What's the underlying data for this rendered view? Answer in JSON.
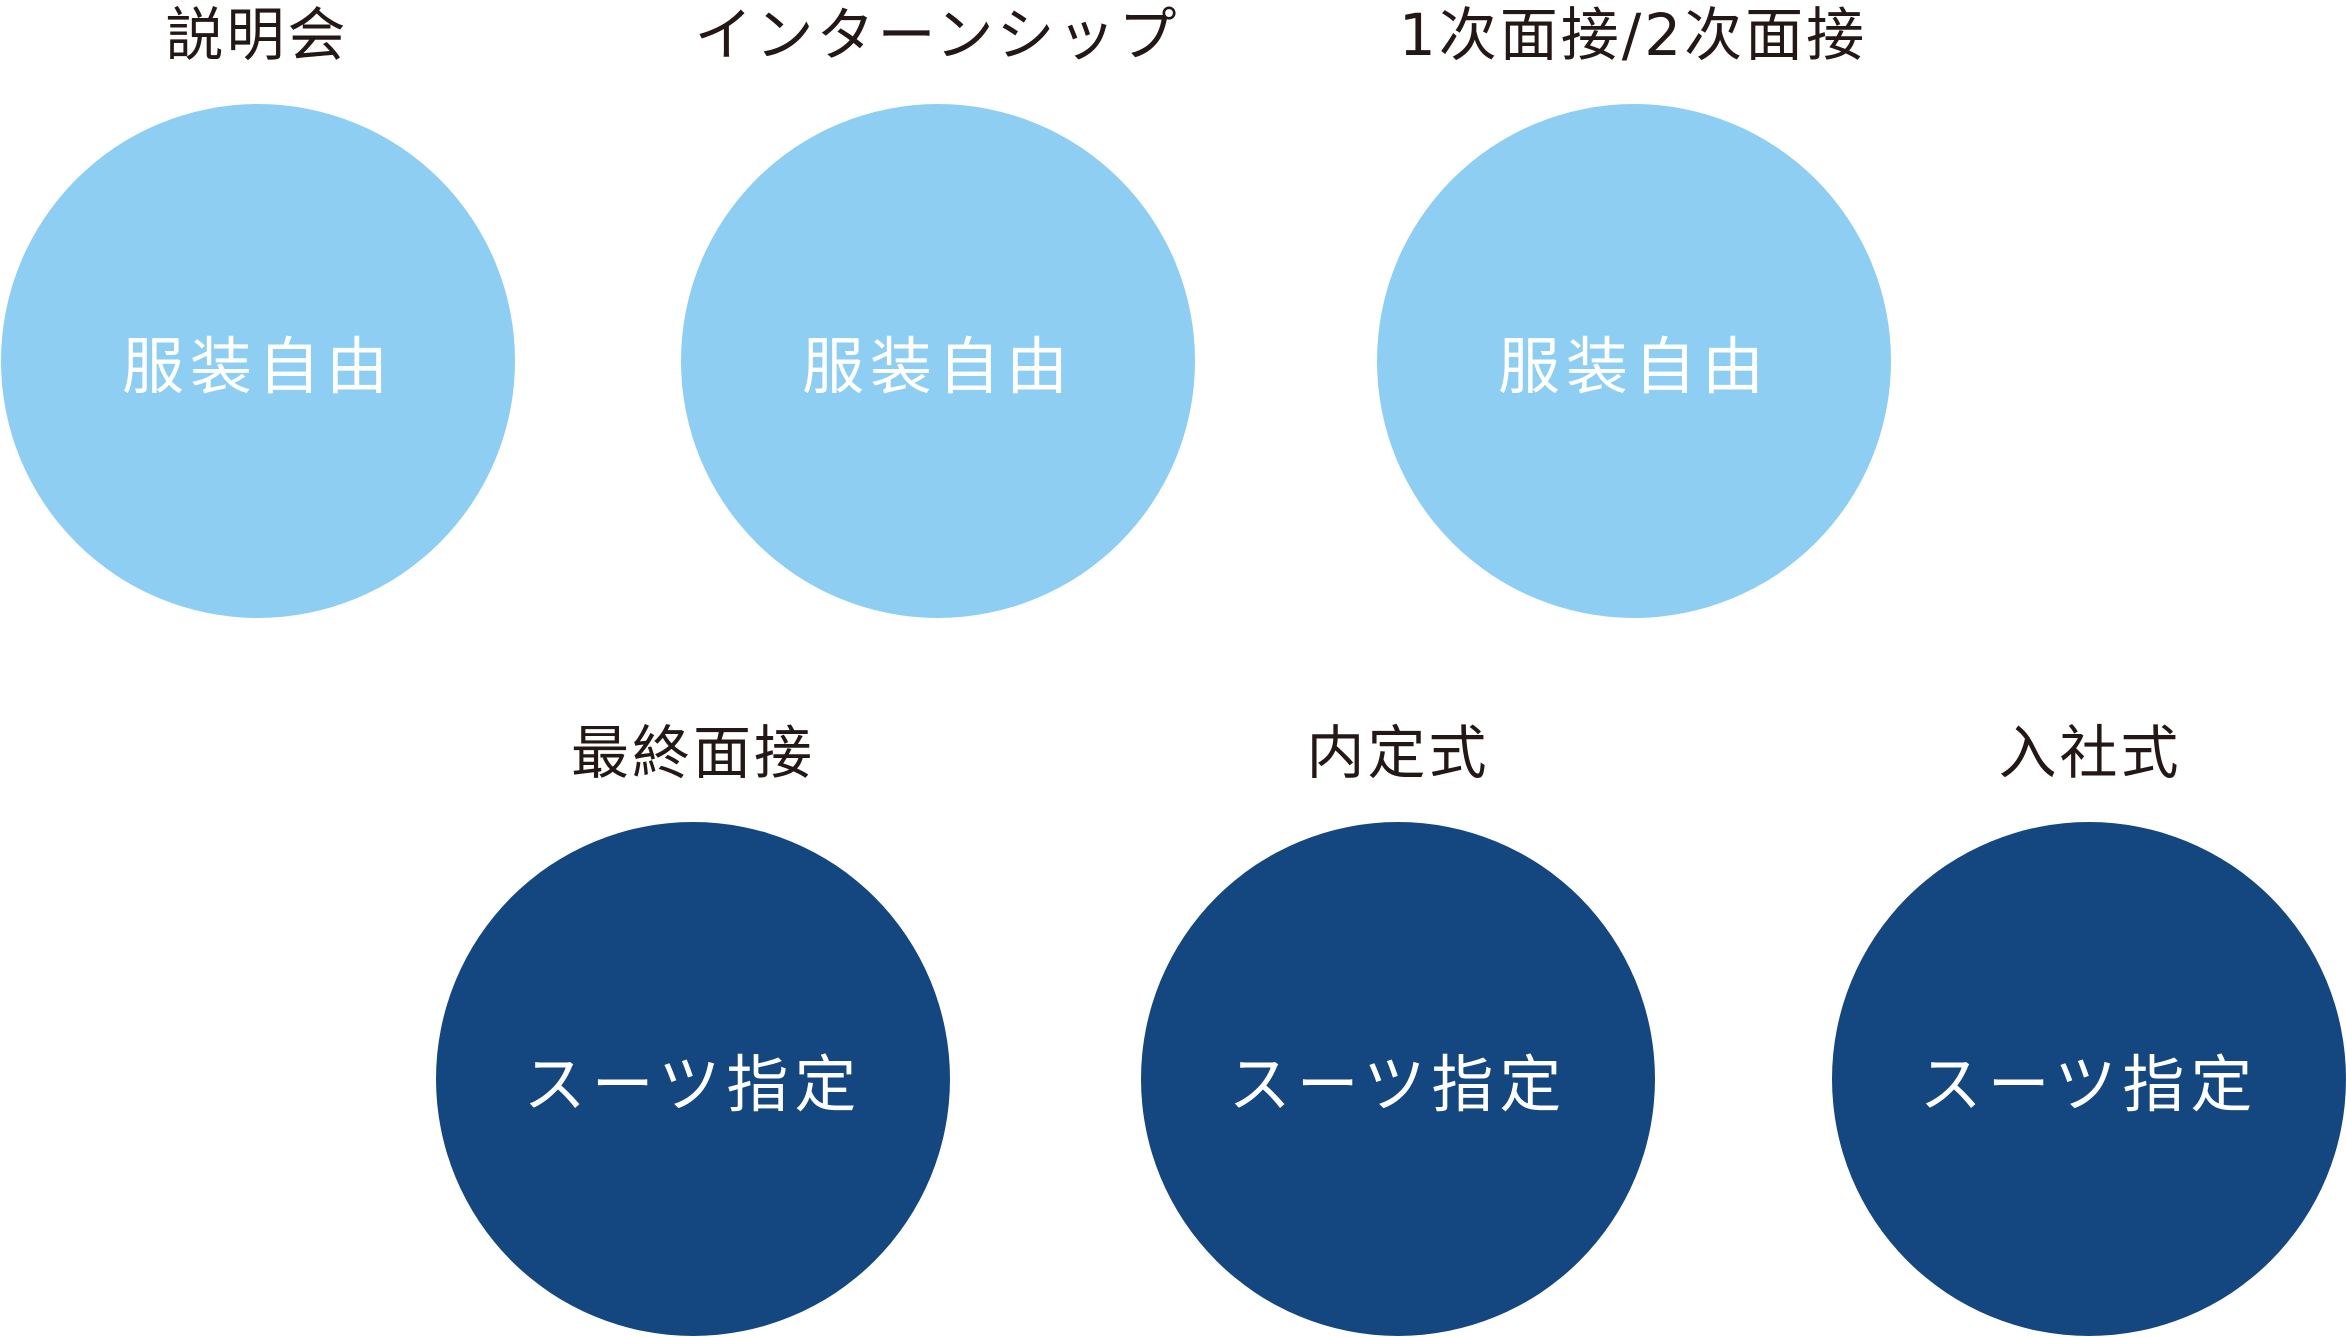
{
  "colors": {
    "light_circle": "#8ecef2",
    "dark_circle": "#14467f",
    "title_text": "#231815",
    "circle_text": "#ffffff"
  },
  "stages": [
    {
      "title": "説明会",
      "dress_code": "服装自由",
      "tone": "light"
    },
    {
      "title": "インターンシップ",
      "dress_code": "服装自由",
      "tone": "light"
    },
    {
      "title": "1次面接/2次面接",
      "dress_code": "服装自由",
      "tone": "light"
    },
    {
      "title": "最終面接",
      "dress_code": "スーツ指定",
      "tone": "dark"
    },
    {
      "title": "内定式",
      "dress_code": "スーツ指定",
      "tone": "dark"
    },
    {
      "title": "入社式",
      "dress_code": "スーツ指定",
      "tone": "dark"
    }
  ]
}
